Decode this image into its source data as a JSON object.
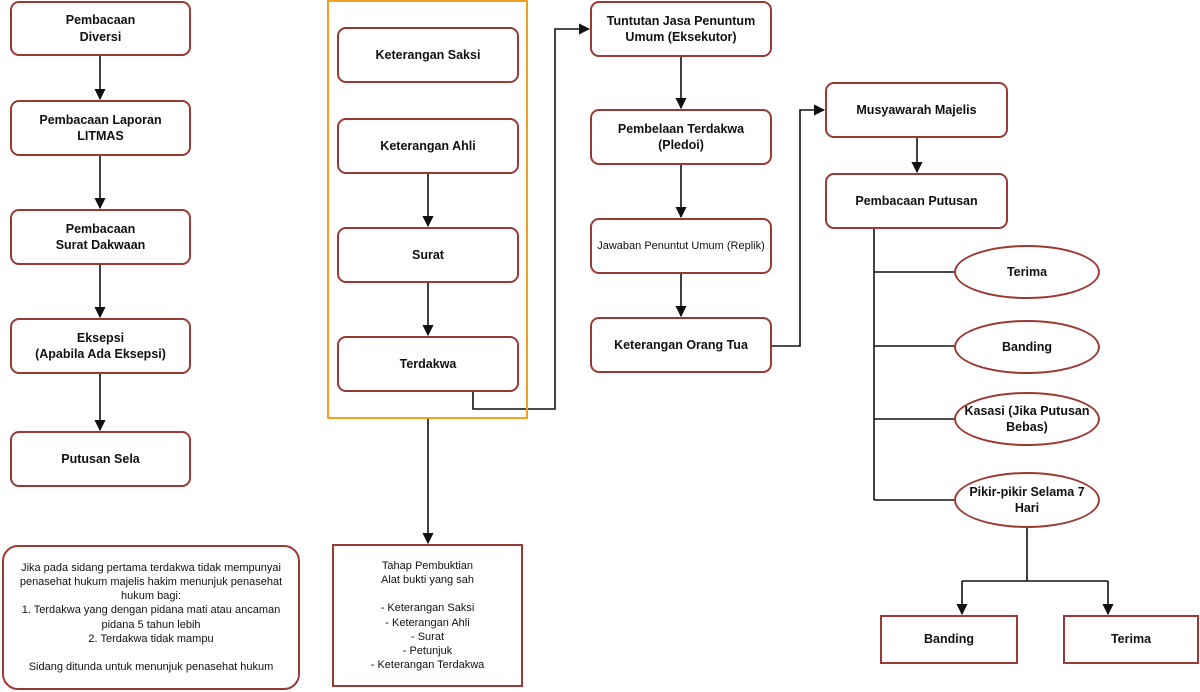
{
  "colors": {
    "node_border": "#9b3a34",
    "group_border": "#f0a020",
    "connector": "#111111",
    "background": "#ffffff"
  },
  "column_left": {
    "diversi": "Pembacaan\nDiversi",
    "litmas": "Pembacaan Laporan\nLITMAS",
    "dakwaan": "Pembacaan\nSurat Dakwaan",
    "eksepsi": "Eksepsi\n(Apabila Ada Eksepsi)",
    "putusan_sela": "Putusan Sela"
  },
  "note_left": "Jika pada sidang pertama terdakwa tidak mempunyai penasehat hukum majelis hakim menunjuk penasehat hukum bagi:\n1. Terdakwa yang dengan pidana mati atau ancaman pidana 5 tahun lebih\n2. Terdakwa tidak mampu\n\nSidang ditunda untuk menunjuk penasehat hukum",
  "column_evidence": {
    "saksi": "Keterangan Saksi",
    "ahli": "Keterangan Ahli",
    "surat": "Surat",
    "terdakwa": "Terdakwa"
  },
  "note_evidence": "Tahap Pembuktian\nAlat bukti yang sah\n\n- Keterangan Saksi\n- Keterangan Ahli\n- Surat\n- Petunjuk\n- Keterangan Terdakwa",
  "column_prosecution": {
    "tuntutan": "Tuntutan Jasa Penuntum\nUmum (Eksekutor)",
    "pledoi": "Pembelaan Terdakwa (Pledoi)",
    "replik": "Jawaban Penuntut Umum (Replik)",
    "orang_tua": "Keterangan Orang Tua"
  },
  "column_verdict": {
    "musyawarah": "Musyawarah Majelis",
    "putusan": "Pembacaan Putusan",
    "terima": "Terima",
    "banding": "Banding",
    "kasasi": "Kasasi (Jika Putusan\nBebas)",
    "pikir": "Pikir-pikir Selama 7\nHari",
    "final_banding": "Banding",
    "final_terima": "Terima"
  }
}
